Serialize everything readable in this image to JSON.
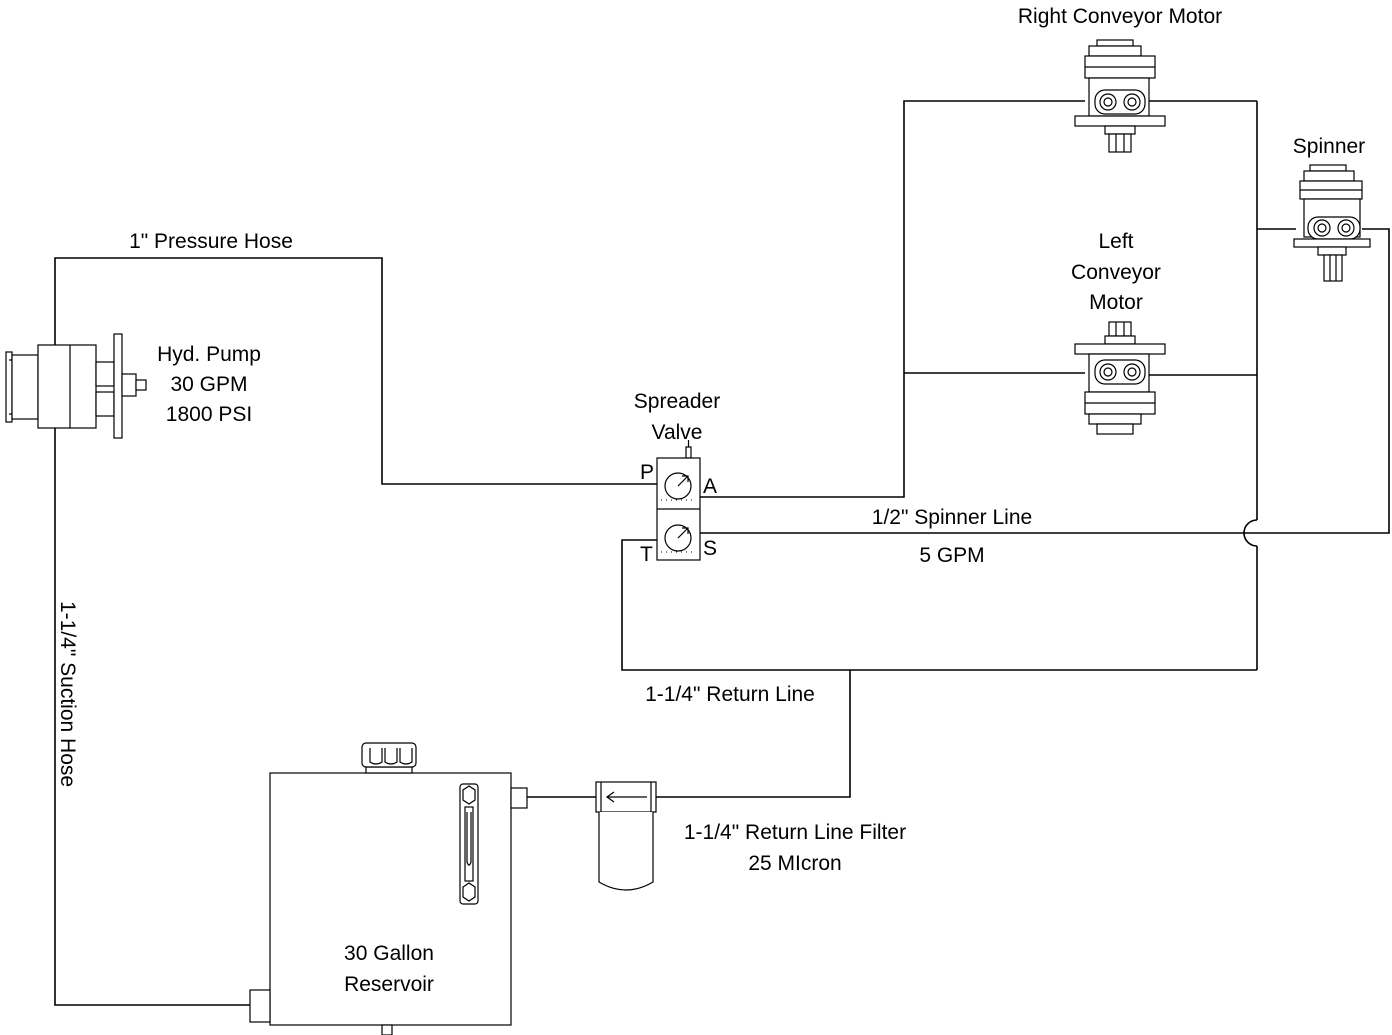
{
  "labels": {
    "pressure_hose": "1\" Pressure Hose",
    "pump_line1": "Hyd. Pump",
    "pump_line2": "30 GPM",
    "pump_line3": "1800 PSI",
    "suction_hose": "1-1/4\" Suction Hose",
    "valve_line1": "Spreader",
    "valve_line2": "Valve",
    "port_p": "P",
    "port_a": "A",
    "port_t": "T",
    "port_s": "S",
    "right_motor": "Right Conveyor Motor",
    "left_motor_line1": "Left",
    "left_motor_line2": "Conveyor",
    "left_motor_line3": "Motor",
    "spinner": "Spinner",
    "spinner_line": "1/2\" Spinner Line",
    "spinner_flow": "5 GPM",
    "return_line": "1-1/4\" Return Line",
    "filter_line1": "1-1/4\" Return Line Filter",
    "filter_line2": "25 MIcron",
    "reservoir_line1": "30 Gallon",
    "reservoir_line2": "Reservoir"
  }
}
